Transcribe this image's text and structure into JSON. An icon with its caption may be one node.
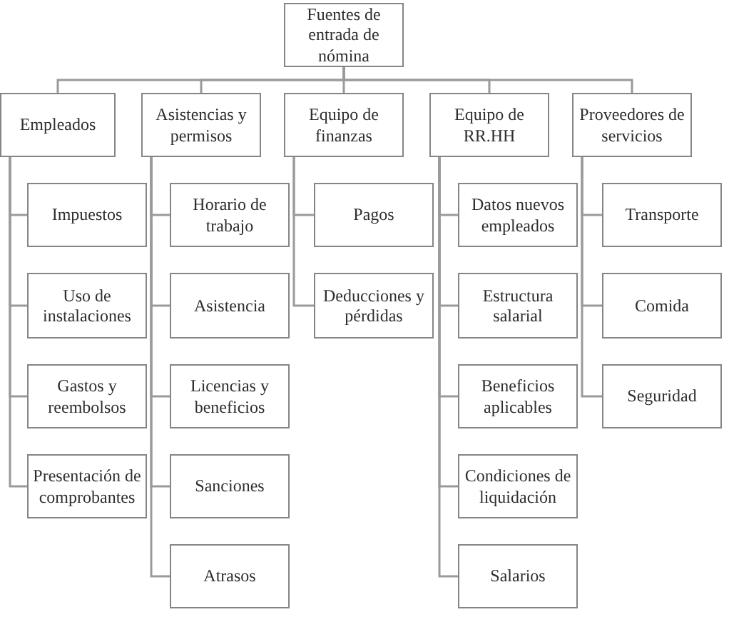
{
  "diagram": {
    "nodes": [
      {
        "text": [
          "Fuentes de entrada de nómina"
        ]
      },
      {
        "text": [
          "Empleados"
        ]
      },
      {
        "text": [
          "Asistencias y permisos"
        ]
      },
      {
        "text": [
          "Equipo de finanzas"
        ]
      },
      {
        "text": [
          "Equipo de RR.HH"
        ]
      },
      {
        "text": [
          "Proveedores de servicios"
        ]
      },
      {
        "text": [
          "Impuestos"
        ]
      },
      {
        "text": [
          "Uso de instalaciones"
        ]
      },
      {
        "text": [
          "Gastos y reembolsos"
        ]
      },
      {
        "text": [
          "Presentación de comprobantes"
        ]
      },
      {
        "text": [
          "Horario de trabajo"
        ]
      },
      {
        "text": [
          "Asistencia"
        ]
      },
      {
        "text": [
          "Licencias y beneficios"
        ]
      },
      {
        "text": [
          "Sanciones"
        ]
      },
      {
        "text": [
          "Atrasos"
        ]
      },
      {
        "text": [
          "Pagos"
        ]
      },
      {
        "text": [
          "Deducciones y pérdidas"
        ]
      },
      {
        "text": [
          "Datos nuevos empleados"
        ]
      },
      {
        "text": [
          "Estructura salarial"
        ]
      },
      {
        "text": [
          "Beneficios aplicables"
        ]
      },
      {
        "text": [
          "Condiciones de liquidación"
        ]
      },
      {
        "text": [
          "Salarios"
        ]
      },
      {
        "text": [
          "Transporte"
        ]
      },
      {
        "text": [
          "Comida"
        ]
      },
      {
        "text": [
          "Seguridad"
        ]
      }
    ],
    "edges": [
      {
        "from": 0,
        "to": 1,
        "arrow": "none"
      },
      {
        "from": 0,
        "to": 2,
        "arrow": "none"
      },
      {
        "from": 0,
        "to": 3,
        "arrow": "none"
      },
      {
        "from": 0,
        "to": 4,
        "arrow": "none"
      },
      {
        "from": 0,
        "to": 5,
        "arrow": "none"
      },
      {
        "from": 1,
        "to": 6,
        "arrow": "none"
      },
      {
        "from": 1,
        "to": 7,
        "arrow": "none"
      },
      {
        "from": 1,
        "to": 8,
        "arrow": "none"
      },
      {
        "from": 1,
        "to": 9,
        "arrow": "none"
      },
      {
        "from": 2,
        "to": 10,
        "arrow": "none"
      },
      {
        "from": 2,
        "to": 11,
        "arrow": "none"
      },
      {
        "from": 2,
        "to": 12,
        "arrow": "none"
      },
      {
        "from": 2,
        "to": 13,
        "arrow": "none"
      },
      {
        "from": 2,
        "to": 14,
        "arrow": "none"
      },
      {
        "from": 3,
        "to": 15,
        "arrow": "none"
      },
      {
        "from": 3,
        "to": 16,
        "arrow": "none"
      },
      {
        "from": 4,
        "to": 17,
        "arrow": "none"
      },
      {
        "from": 4,
        "to": 18,
        "arrow": "none"
      },
      {
        "from": 4,
        "to": 19,
        "arrow": "none"
      },
      {
        "from": 4,
        "to": 20,
        "arrow": "none"
      },
      {
        "from": 4,
        "to": 21,
        "arrow": "none"
      },
      {
        "from": 5,
        "to": 22,
        "arrow": "none"
      },
      {
        "from": 5,
        "to": 23,
        "arrow": "none"
      },
      {
        "from": 5,
        "to": 24,
        "arrow": "none"
      }
    ]
  }
}
